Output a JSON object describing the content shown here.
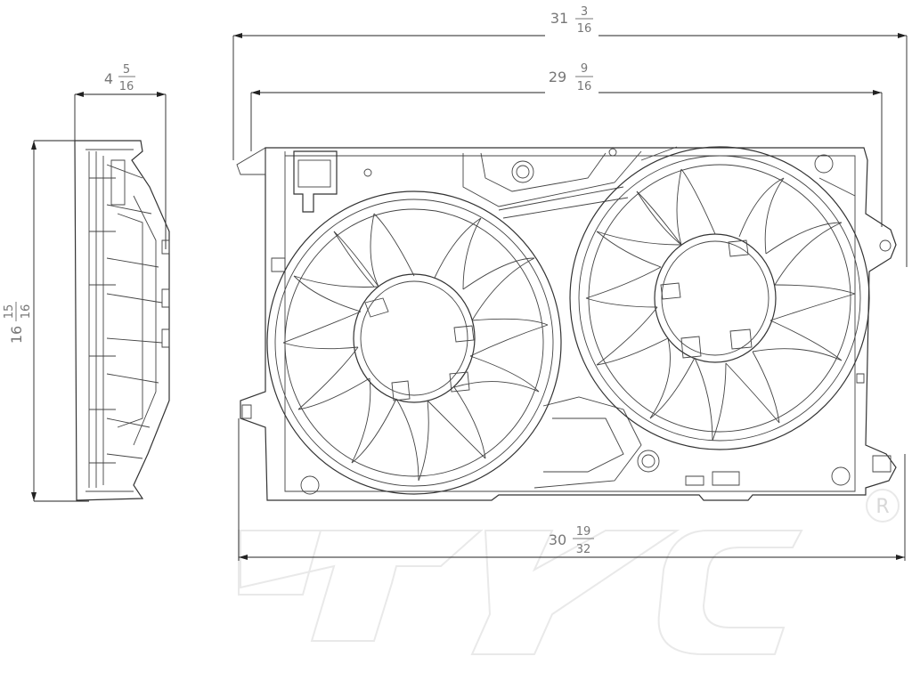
{
  "dimensions": {
    "overall_width": {
      "whole": "31",
      "num": "3",
      "den": "16"
    },
    "inner_width": {
      "whole": "29",
      "num": "9",
      "den": "16"
    },
    "bottom_width": {
      "whole": "30",
      "num": "19",
      "den": "32"
    },
    "depth": {
      "whole": "4",
      "num": "5",
      "den": "16"
    },
    "height": {
      "whole": "16",
      "num": "15",
      "den": "16"
    }
  },
  "watermark": {
    "brand": "TYC",
    "registered_mark": "R"
  },
  "colors": {
    "line": "#333333",
    "dim_text": "#777777",
    "watermark": "#e9e9e9"
  }
}
